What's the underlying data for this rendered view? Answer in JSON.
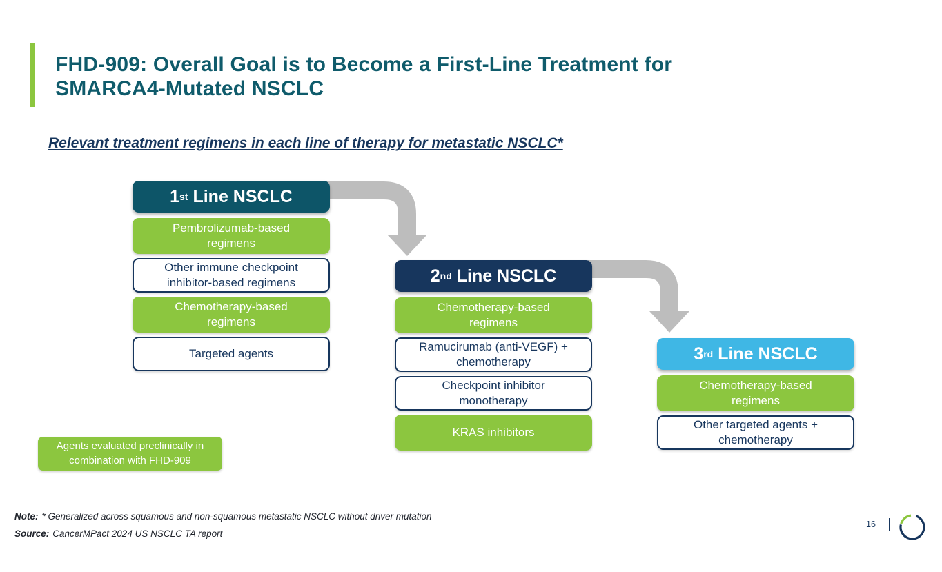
{
  "slide": {
    "title_line1": "FHD-909: Overall Goal is to Become a First-Line Treatment for",
    "title_line2": "SMARCA4-Mutated NSCLC",
    "subtitle": "Relevant treatment regimens in each line of therapy for metastatic NSCLC*",
    "page_number": "16"
  },
  "columns": [
    {
      "header": {
        "num": "1",
        "sup": "st",
        "rest": "Line NSCLC"
      },
      "boxes": [
        {
          "label": "Pembrolizumab-based regimens",
          "style": "green"
        },
        {
          "label": "Other immune checkpoint inhibitor-based regimens",
          "style": "outline"
        },
        {
          "label": "Chemotherapy-based regimens",
          "style": "green"
        },
        {
          "label": "Targeted agents",
          "style": "outline"
        }
      ]
    },
    {
      "header": {
        "num": "2",
        "sup": "nd",
        "rest": "Line NSCLC"
      },
      "boxes": [
        {
          "label": "Chemotherapy-based regimens",
          "style": "green"
        },
        {
          "label": "Ramucirumab (anti-VEGF) + chemotherapy",
          "style": "outline"
        },
        {
          "label": "Checkpoint inhibitor monotherapy",
          "style": "outline"
        },
        {
          "label": "KRAS inhibitors",
          "style": "green"
        }
      ]
    },
    {
      "header": {
        "num": "3",
        "sup": "rd",
        "rest": "Line NSCLC"
      },
      "boxes": [
        {
          "label": "Chemotherapy-based regimens",
          "style": "green"
        },
        {
          "label": "Other targeted agents + chemotherapy",
          "style": "outline"
        }
      ]
    }
  ],
  "legend": {
    "label": "Agents evaluated preclinically in combination with FHD-909"
  },
  "footer": {
    "note_label": "Note:",
    "note_text": "* Generalized across squamous and non-squamous metastatic NSCLC without driver mutation",
    "source_label": "Source:",
    "source_text": "CancerMPact 2024 US NSCLC TA report"
  },
  "colors": {
    "green": "#8cc63f",
    "teal_header": "#0d5568",
    "navy_header": "#17365d",
    "blue_header": "#3fb7e5",
    "title_teal": "#0f5b6b",
    "arrow_gray": "#bdbdbd"
  },
  "icons": {
    "logo": "foghorn-ring-logo"
  }
}
